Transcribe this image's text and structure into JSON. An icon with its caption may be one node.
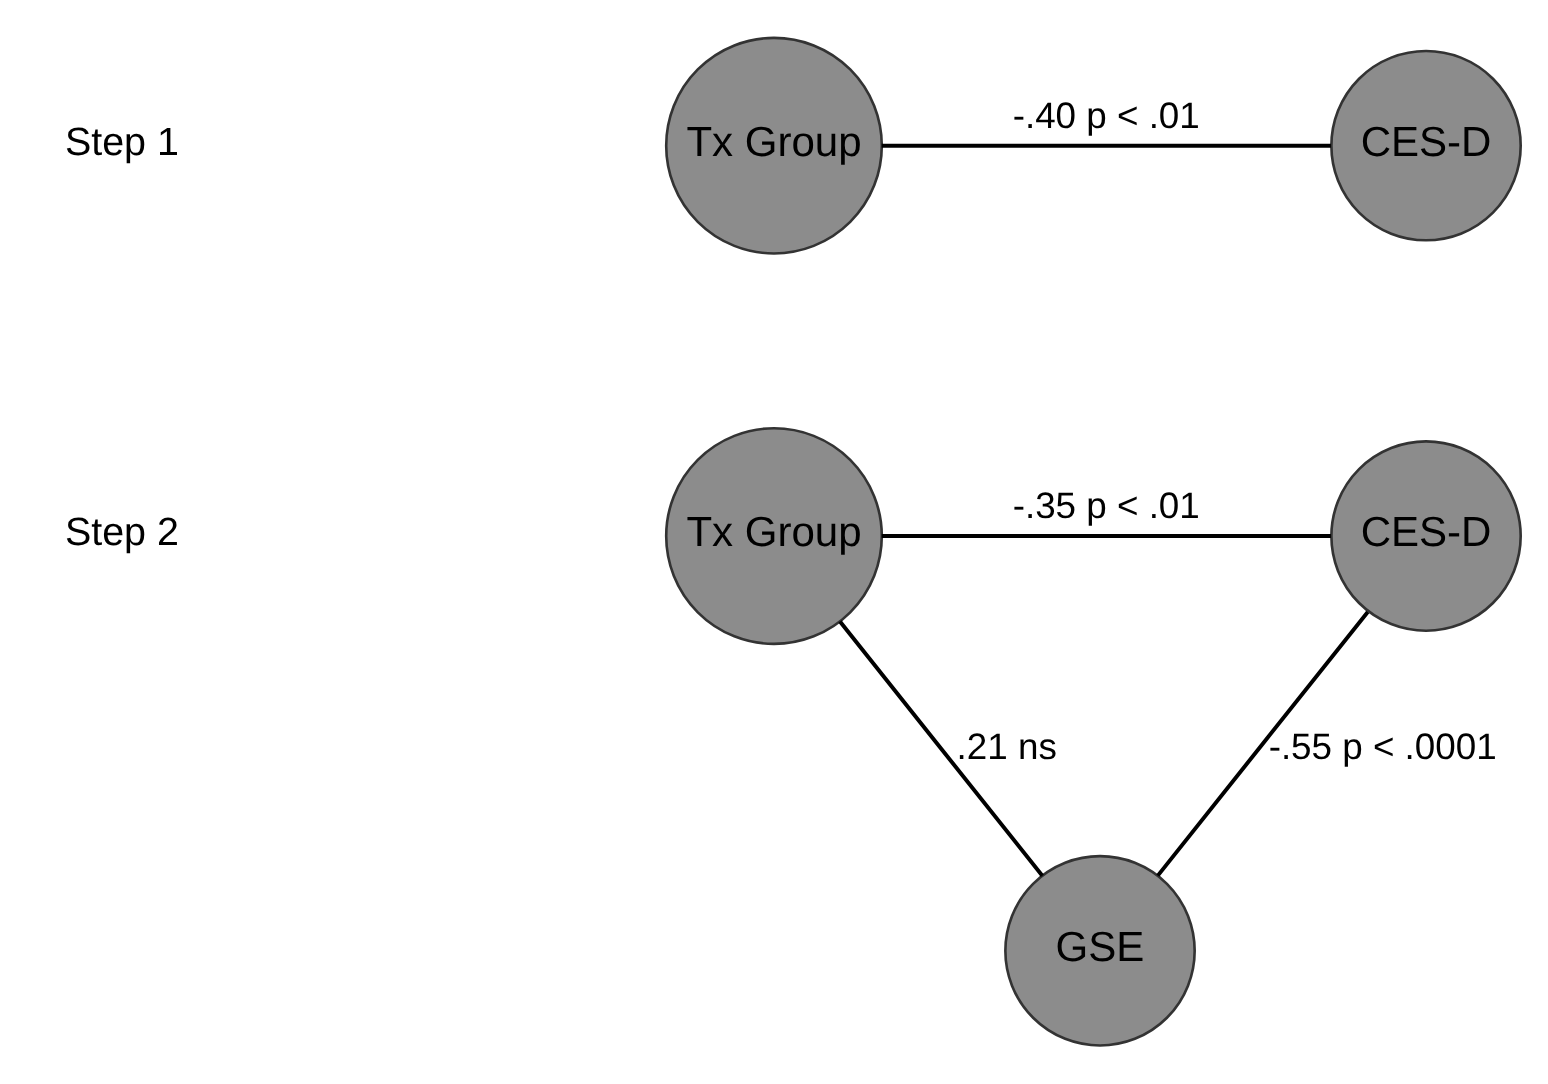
{
  "diagram": {
    "nodes": [
      {
        "text": [
          "Tx Group"
        ]
      },
      {
        "text": [
          "CES-D"
        ]
      },
      {
        "text": [
          "Tx Group"
        ]
      },
      {
        "text": [
          "CES-D"
        ]
      },
      {
        "text": [
          "GSE"
        ]
      }
    ],
    "edges": [
      {
        "from": 0,
        "to": 1,
        "arrow": "none",
        "label": "-.40 p < .01"
      },
      {
        "from": 2,
        "to": 3,
        "arrow": "none",
        "label": "-.35 p < .01"
      },
      {
        "from": 2,
        "to": 4,
        "arrow": "none",
        "label": ".21 ns"
      },
      {
        "from": 4,
        "to": 3,
        "arrow": "none",
        "label": "-.55 p < .0001"
      }
    ],
    "labels": [
      "Step 1",
      "Step 2"
    ]
  }
}
